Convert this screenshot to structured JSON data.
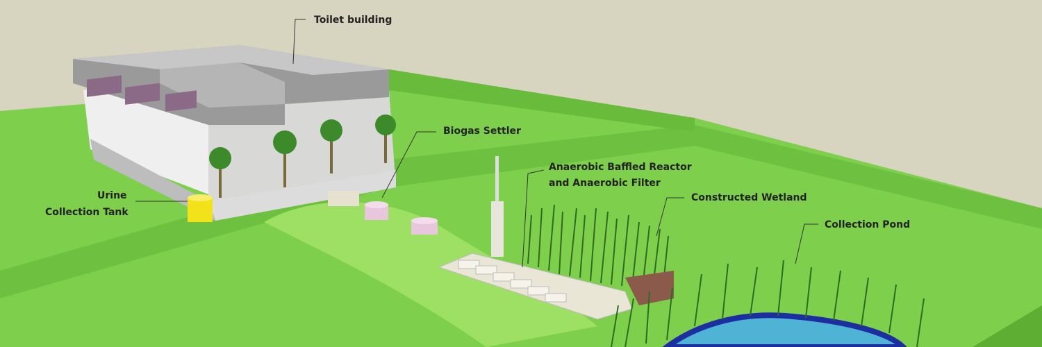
{
  "labels": {
    "toilet_building": "Toilet building",
    "biogas_settler": "Biogas Settler",
    "abr_line1": "Anaerobic Baffled Reactor",
    "abr_line2": "and Anaerobic Filter",
    "constructed_wetland": "Constructed Wetland",
    "collection_pond": "Collection Pond",
    "urine_line1": "Urine",
    "urine_line2": "Collection Tank"
  },
  "colors": {
    "sky": "#d7d4bf",
    "grass": "#7dcf4c",
    "grass_dark": "#66b83a",
    "building": "#c9c9c9",
    "pond": "#4fb3d6",
    "tank_yellow": "#f2e21a",
    "tank_pink": "#e8c6de"
  }
}
